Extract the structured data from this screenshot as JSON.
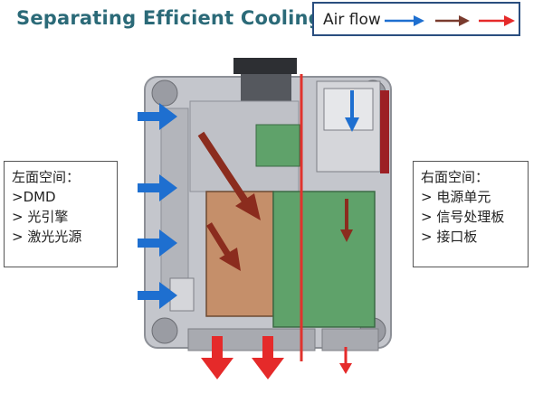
{
  "title": "Separating Efficient Cooling",
  "legend": {
    "label": "Air flow",
    "colors": [
      "#1e6fd0",
      "#7a3b2e",
      "#e52a2a"
    ]
  },
  "left_space": {
    "heading": "左面空间：",
    "items": [
      ">DMD",
      "> 光引擎",
      "> 激光光源"
    ]
  },
  "right_space": {
    "heading": "右面空间：",
    "items": [
      "> 电源单元",
      "> 信号处理板",
      "> 接口板"
    ]
  },
  "colors": {
    "blue_flow": "#1e6fd0",
    "brown_flow": "#8b2c1e",
    "red_flow": "#e52a2a",
    "divider": "#e0332d",
    "chassis": "#c4c6cc",
    "board_green": "#5fa26a",
    "engine_orange": "#c58f6a"
  }
}
